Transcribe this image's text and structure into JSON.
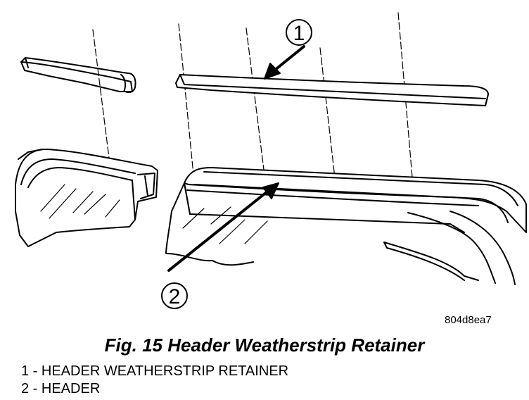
{
  "figure": {
    "code": "804d8ea7",
    "caption": "Fig. 15 Header Weatherstrip Retainer"
  },
  "callouts": [
    {
      "number": "1"
    },
    {
      "number": "2"
    }
  ],
  "legend": [
    {
      "number": "1",
      "separator": " - ",
      "label": "HEADER WEATHERSTRIP RETAINER"
    },
    {
      "number": "2",
      "separator": " - ",
      "label": "HEADER"
    }
  ],
  "colors": {
    "ink": "#000000",
    "paper": "#ffffff"
  }
}
